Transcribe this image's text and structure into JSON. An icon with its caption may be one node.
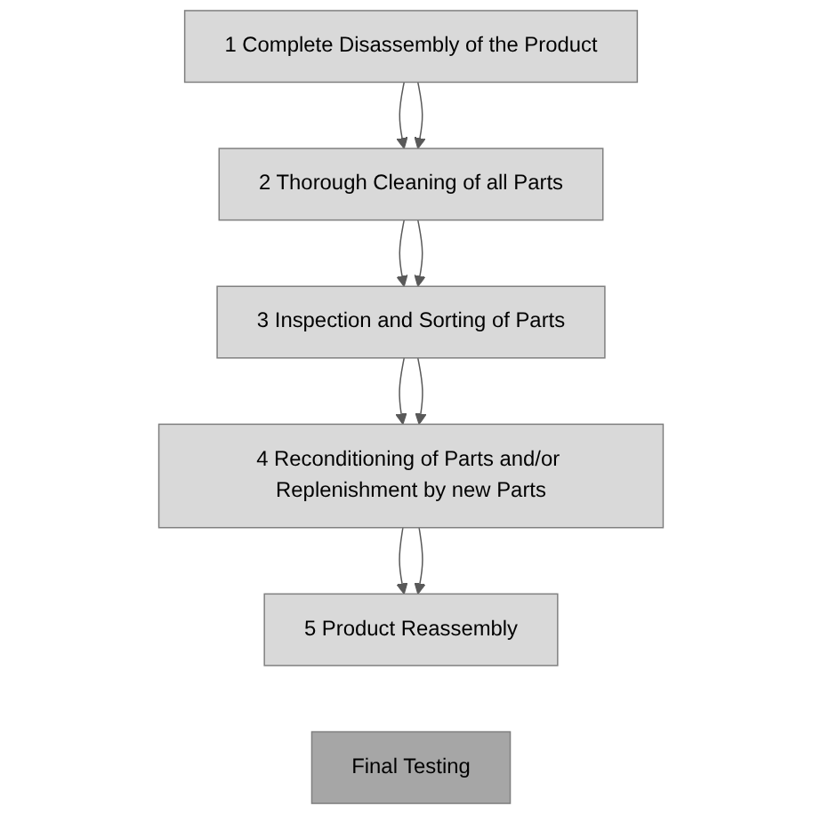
{
  "diagram": {
    "nodes": [
      {
        "text": [
          "1 Complete Disassembly of the Product"
        ]
      },
      {
        "text": [
          "2 Thorough Cleaning of all Parts"
        ]
      },
      {
        "text": [
          "3 Inspection and Sorting of Parts"
        ]
      },
      {
        "text": [
          "4 Reconditioning of Parts and/or Replenishment by new Parts"
        ]
      },
      {
        "text": [
          "5 Product Reassembly"
        ]
      },
      {
        "text": [
          "Final Testing"
        ]
      }
    ],
    "edges": [
      {
        "from": 0,
        "to": 1,
        "arrow": "to"
      },
      {
        "from": 0,
        "to": 1,
        "arrow": "to"
      },
      {
        "from": 1,
        "to": 2,
        "arrow": "to"
      },
      {
        "from": 1,
        "to": 2,
        "arrow": "to"
      },
      {
        "from": 2,
        "to": 3,
        "arrow": "to"
      },
      {
        "from": 2,
        "to": 3,
        "arrow": "to"
      },
      {
        "from": 3,
        "to": 4,
        "arrow": "to"
      },
      {
        "from": 3,
        "to": 4,
        "arrow": "to"
      }
    ]
  }
}
